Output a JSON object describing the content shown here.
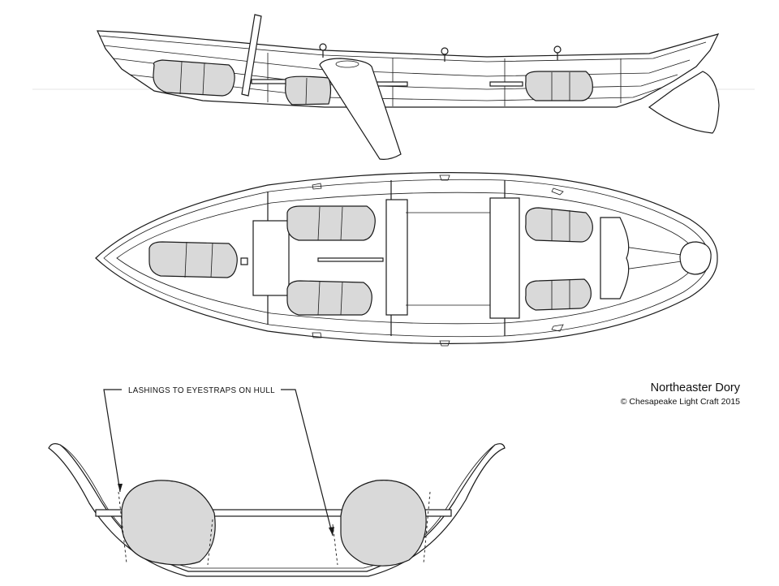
{
  "drawing": {
    "title": "Northeaster Dory",
    "copyright": "© Chesapeake Light Craft 2015",
    "callout": "LASHINGS TO EYESTRAPS ON HULL"
  },
  "views": [
    "side-profile",
    "plan-view",
    "cross-section"
  ],
  "colors": {
    "line": "#1a1a1a",
    "bag_fill": "#d9d9d9",
    "background": "#ffffff"
  }
}
